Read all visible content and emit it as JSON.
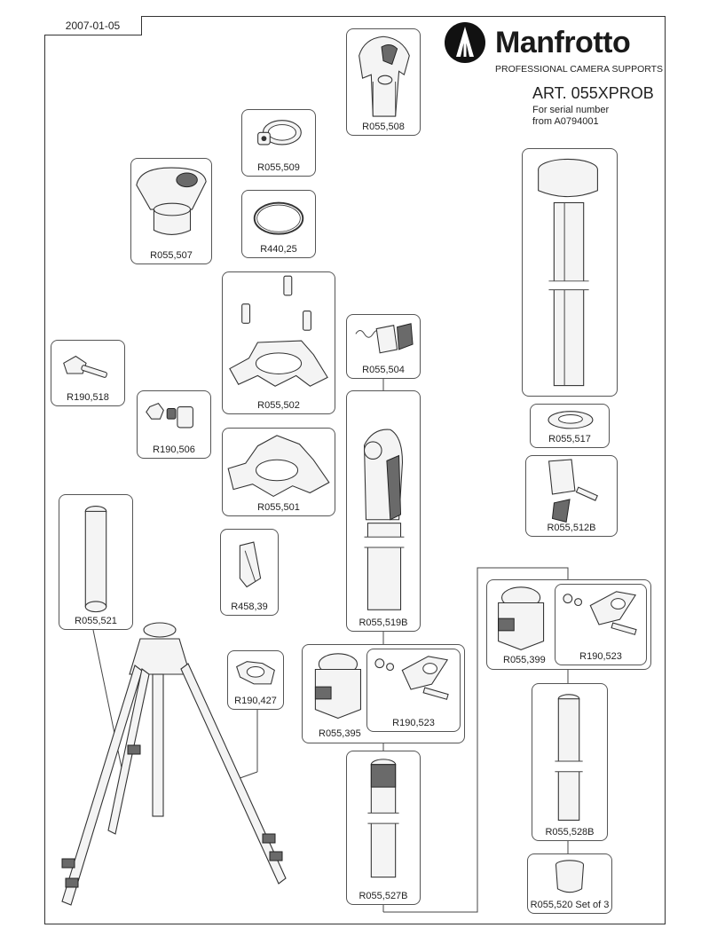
{
  "header": {
    "date": "2007-01-05",
    "brand_name": "Manfrotto",
    "brand_tagline": "PROFESSIONAL CAMERA SUPPORTS",
    "article": "ART. 055XPROB",
    "serial_note": "For serial number\nfrom A0794001"
  },
  "parts": {
    "p055_508": "R055,508",
    "p055_509": "R055,509",
    "p055_507": "R055,507",
    "p440_25": "R440,25",
    "p055_502": "R055,502",
    "p055_504": "R055,504",
    "p190_518": "R190,518",
    "p190_506": "R190,506",
    "p055_501": "R055,501",
    "p055_517": "R055,517",
    "p055_512b": "R055,512B",
    "p458_39": "R458,39",
    "p055_521": "R055,521",
    "p055_519b": "R055,519B",
    "p190_427": "R190,427",
    "p055_395": "R055,395",
    "p190_523_a": "R190,523",
    "p055_399": "R055,399",
    "p190_523_b": "R190,523",
    "p055_528b": "R055,528B",
    "p055_527b": "R055,527B",
    "p055_520": "R055,520 Set of 3"
  },
  "colors": {
    "line": "#333333",
    "fill": "#f4f4f4",
    "dark": "#6a6a6a"
  }
}
